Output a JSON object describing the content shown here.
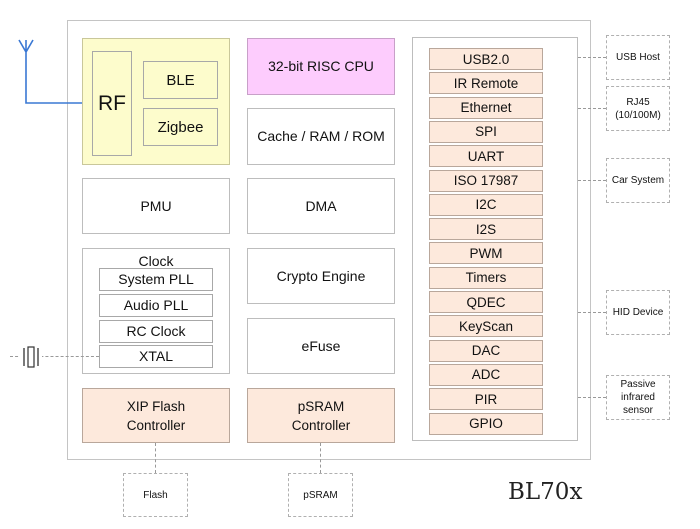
{
  "chip_name": "BL70x",
  "colors": {
    "radio_block": "#fdfccc",
    "cpu": "#fdccfd",
    "peripheral": "#fde9dc",
    "antenna_line": "#3a78d4"
  },
  "radio": {
    "rf": "RF",
    "ble": "BLE",
    "zigbee": "Zigbee"
  },
  "core": {
    "cpu": "32-bit RISC CPU",
    "memory": "Cache / RAM / ROM",
    "pmu": "PMU",
    "dma": "DMA",
    "crypto": "Crypto Engine",
    "efuse": "eFuse"
  },
  "clock": {
    "title": "Clock",
    "items": [
      "System PLL",
      "Audio PLL",
      "RC Clock",
      "XTAL"
    ]
  },
  "controllers": {
    "flash": "XIP Flash Controller",
    "psram": "pSRAM Controller"
  },
  "peripherals": [
    "USB2.0",
    "IR Remote",
    "Ethernet",
    "SPI",
    "UART",
    "ISO 17987",
    "I2C",
    "I2S",
    "PWM",
    "Timers",
    "QDEC",
    "KeyScan",
    "DAC",
    "ADC",
    "PIR",
    "GPIO"
  ],
  "external": {
    "usb_host": "USB Host",
    "rj45": "RJ45 (10/100M)",
    "car_system": "Car System",
    "hid_device": "HID Device",
    "pir_sensor": "Passive infrared sensor",
    "flash": "Flash",
    "psram": "pSRAM"
  },
  "icons": {
    "antenna": "antenna-icon",
    "crystal": "crystal-oscillator-icon"
  }
}
